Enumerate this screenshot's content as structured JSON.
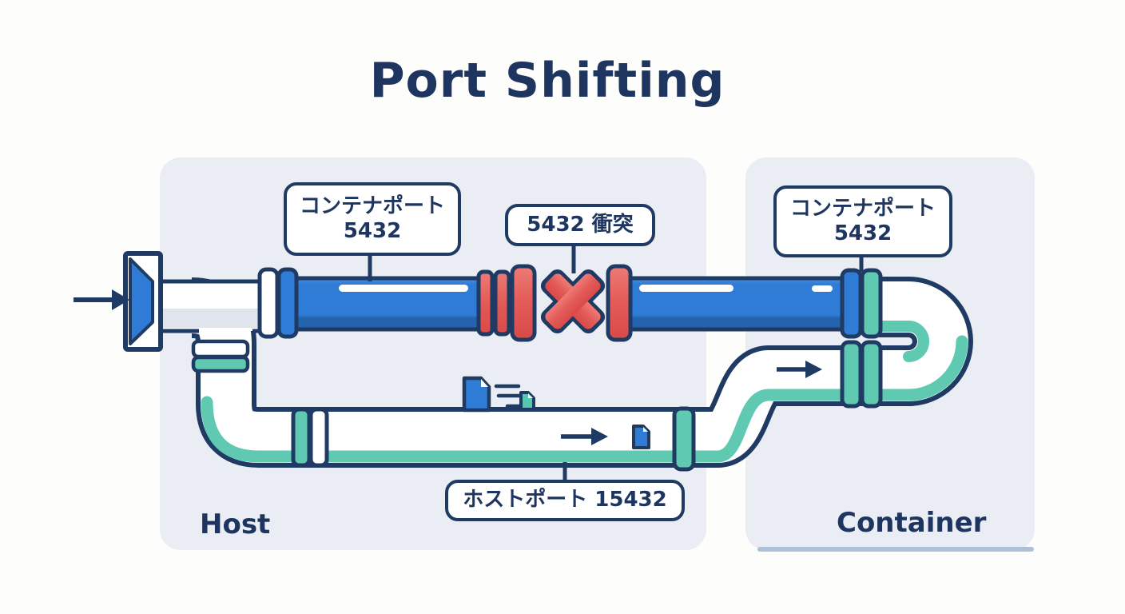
{
  "title": "Port Shifting",
  "panels": {
    "host_label": "Host",
    "container_label": "Container"
  },
  "callouts": {
    "container_port_left": {
      "line1": "コンテナポート",
      "line2": "5432"
    },
    "conflict": {
      "text": "5432 衝突"
    },
    "container_port_right": {
      "line1": "コンテナポート",
      "line2": "5432"
    },
    "host_port": {
      "text": "ホストポート 15432"
    }
  },
  "colors": {
    "navy_outline": "#1f3a63",
    "text_navy": "#1e3560",
    "pipe_blue": "#2f7cd6",
    "pipe_blue_dark": "#2463ad",
    "pipe_teal": "#5fcab1",
    "conflict_red": "#e05150",
    "panel_gray": "#eaedf4",
    "container_edge": "#adc0d8"
  }
}
